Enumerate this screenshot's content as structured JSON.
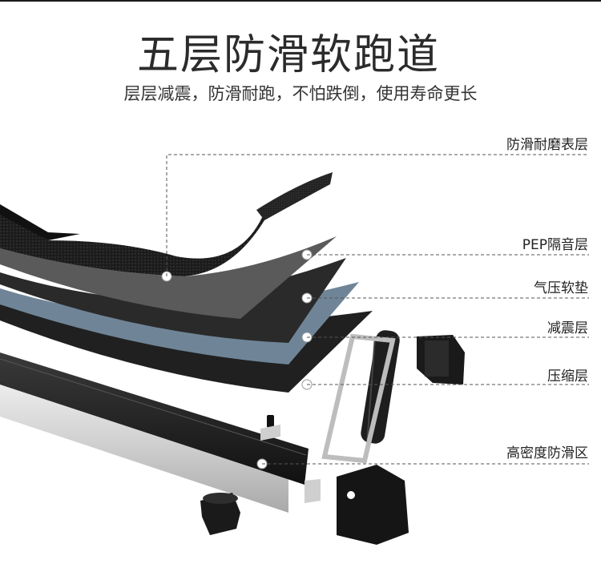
{
  "header": {
    "title": "五层防滑软跑道",
    "subtitle": "层层减震，防滑耐跑，不怕跌倒，使用寿命更长"
  },
  "callouts": [
    {
      "label": "防滑耐磨表层"
    },
    {
      "label": "PEP隔音层"
    },
    {
      "label": "气压软垫"
    },
    {
      "label": "减震层"
    },
    {
      "label": "压缩层"
    },
    {
      "label": "高密度防滑区"
    }
  ],
  "colors": {
    "title": "#2b2b2b",
    "leader_line": "#555555",
    "deck_black": "#1e1e1e",
    "gray_layer": "#5a5a5a",
    "blue_layer": "#6f8597",
    "aluminum": "#d7d7d7"
  }
}
